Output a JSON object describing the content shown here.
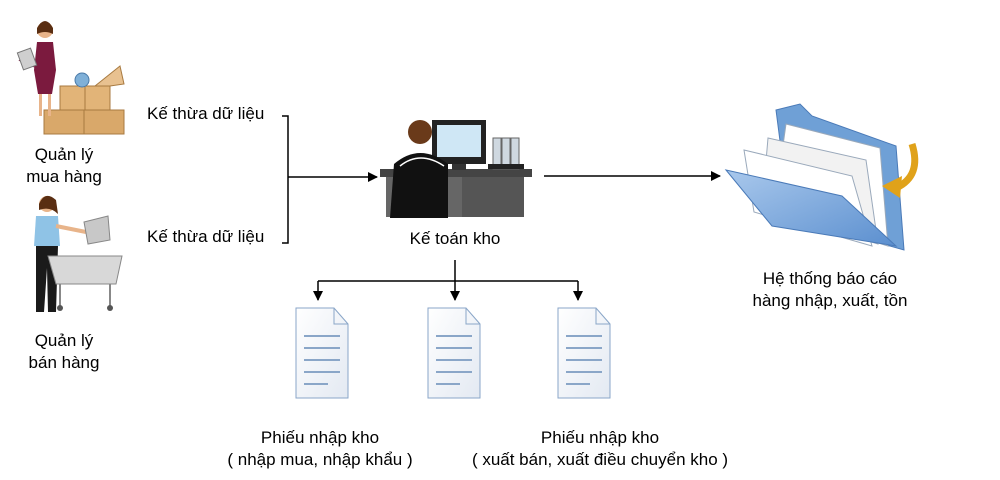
{
  "diagram": {
    "actors": {
      "purchasing": {
        "line1": "Quản lý",
        "line2": "mua hàng",
        "icon": "woman-with-boxes-icon"
      },
      "sales": {
        "line1": "Quản lý",
        "line2": "bán hàng",
        "icon": "woman-with-cart-icon"
      }
    },
    "flows": {
      "inherit_top": "Kế thừa dữ liệu",
      "inherit_bottom": "Kế thừa dữ liệu"
    },
    "accountant": {
      "label": "Kế toán kho",
      "icon": "accountant-at-computer-icon"
    },
    "report": {
      "line1": "Hệ thống báo cáo",
      "line2": "hàng nhập, xuất, tồn",
      "icon": "folder-icon"
    },
    "documents": [
      {
        "icon": "document-icon"
      },
      {
        "icon": "document-icon"
      },
      {
        "icon": "document-icon"
      }
    ],
    "doc_labels": {
      "left": {
        "line1": "Phiếu nhập kho",
        "line2": "( nhập mua, nhập khẩu )"
      },
      "right": {
        "line1": "Phiếu nhập kho",
        "line2": "( xuất bán, xuất điều chuyển kho )"
      }
    },
    "colors": {
      "arrow": "#000000",
      "skin": "#e8b48a",
      "hair": "#5a2e12",
      "dress": "#7b1a3e",
      "blouse": "#8fc3e6",
      "box": "#d9a86a",
      "folder": "#6fa0d6",
      "monitor": "#cfe7f5",
      "desk": "#555555",
      "doc_line": "#8aa6c8",
      "accent_arrow": "#e0a21a"
    }
  }
}
